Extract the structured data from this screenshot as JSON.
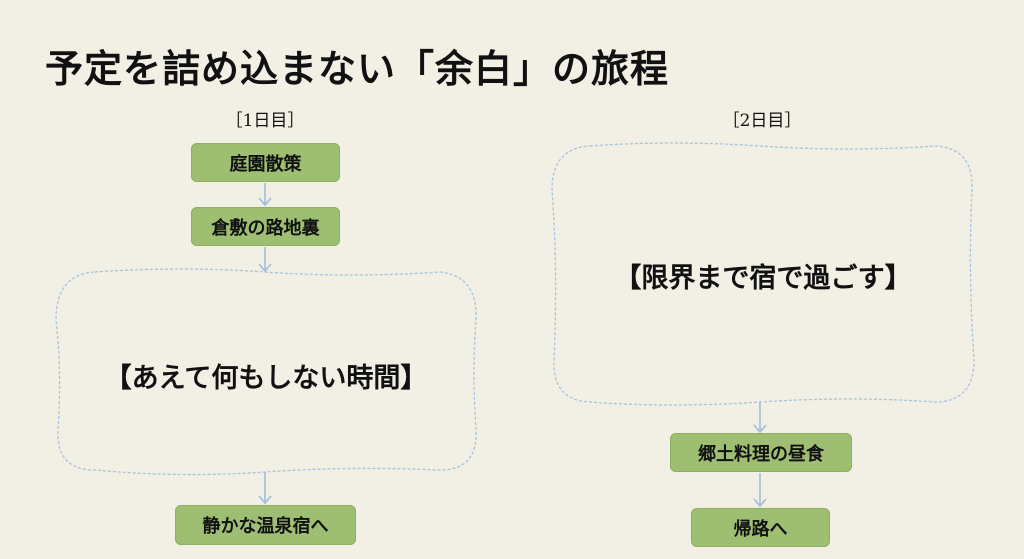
{
  "title": "予定を詰め込まない「余白」の旅程",
  "day1": {
    "label": "［1日目］",
    "steps": [
      "庭園散策",
      "倉敷の路地裏"
    ],
    "free_block": "【あえて何もしない時間】",
    "end": "静かな温泉宿へ"
  },
  "day2": {
    "label": "［2日目］",
    "free_block": "【限界まで宿で過ごす】",
    "steps": [
      "郷土料理の昼食",
      "帰路へ"
    ]
  },
  "colors": {
    "background": "#f2efe4",
    "box": "#9ebf72",
    "arrow": "#9fbddb",
    "cloud_border": "#a9c3dc"
  }
}
